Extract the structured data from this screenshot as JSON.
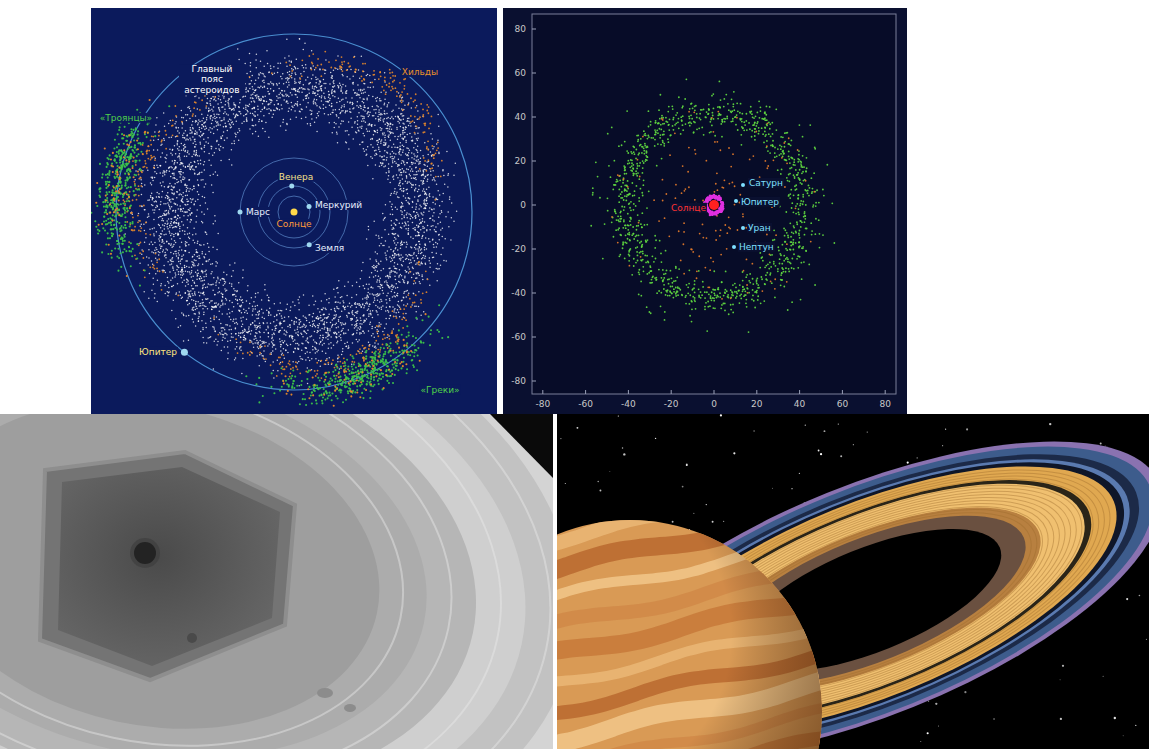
{
  "diagram": {
    "labels": [
      "Главный пояс астероидов",
      "Хильды",
      "«Троянцы»",
      "Венера",
      "Марс",
      "Меркурий",
      "Солнце",
      "Земля",
      "Юпитер",
      "«Греки»",
      "80",
      "60",
      "40",
      "20",
      "0",
      "-20",
      "-40",
      "-60",
      "-80",
      "Сатурн",
      "Юпитер",
      "Солнце",
      "Уран",
      "Нептун",
      "-80",
      "-60",
      "-40",
      "-20",
      "0",
      "20",
      "40",
      "60",
      "80"
    ]
  }
}
